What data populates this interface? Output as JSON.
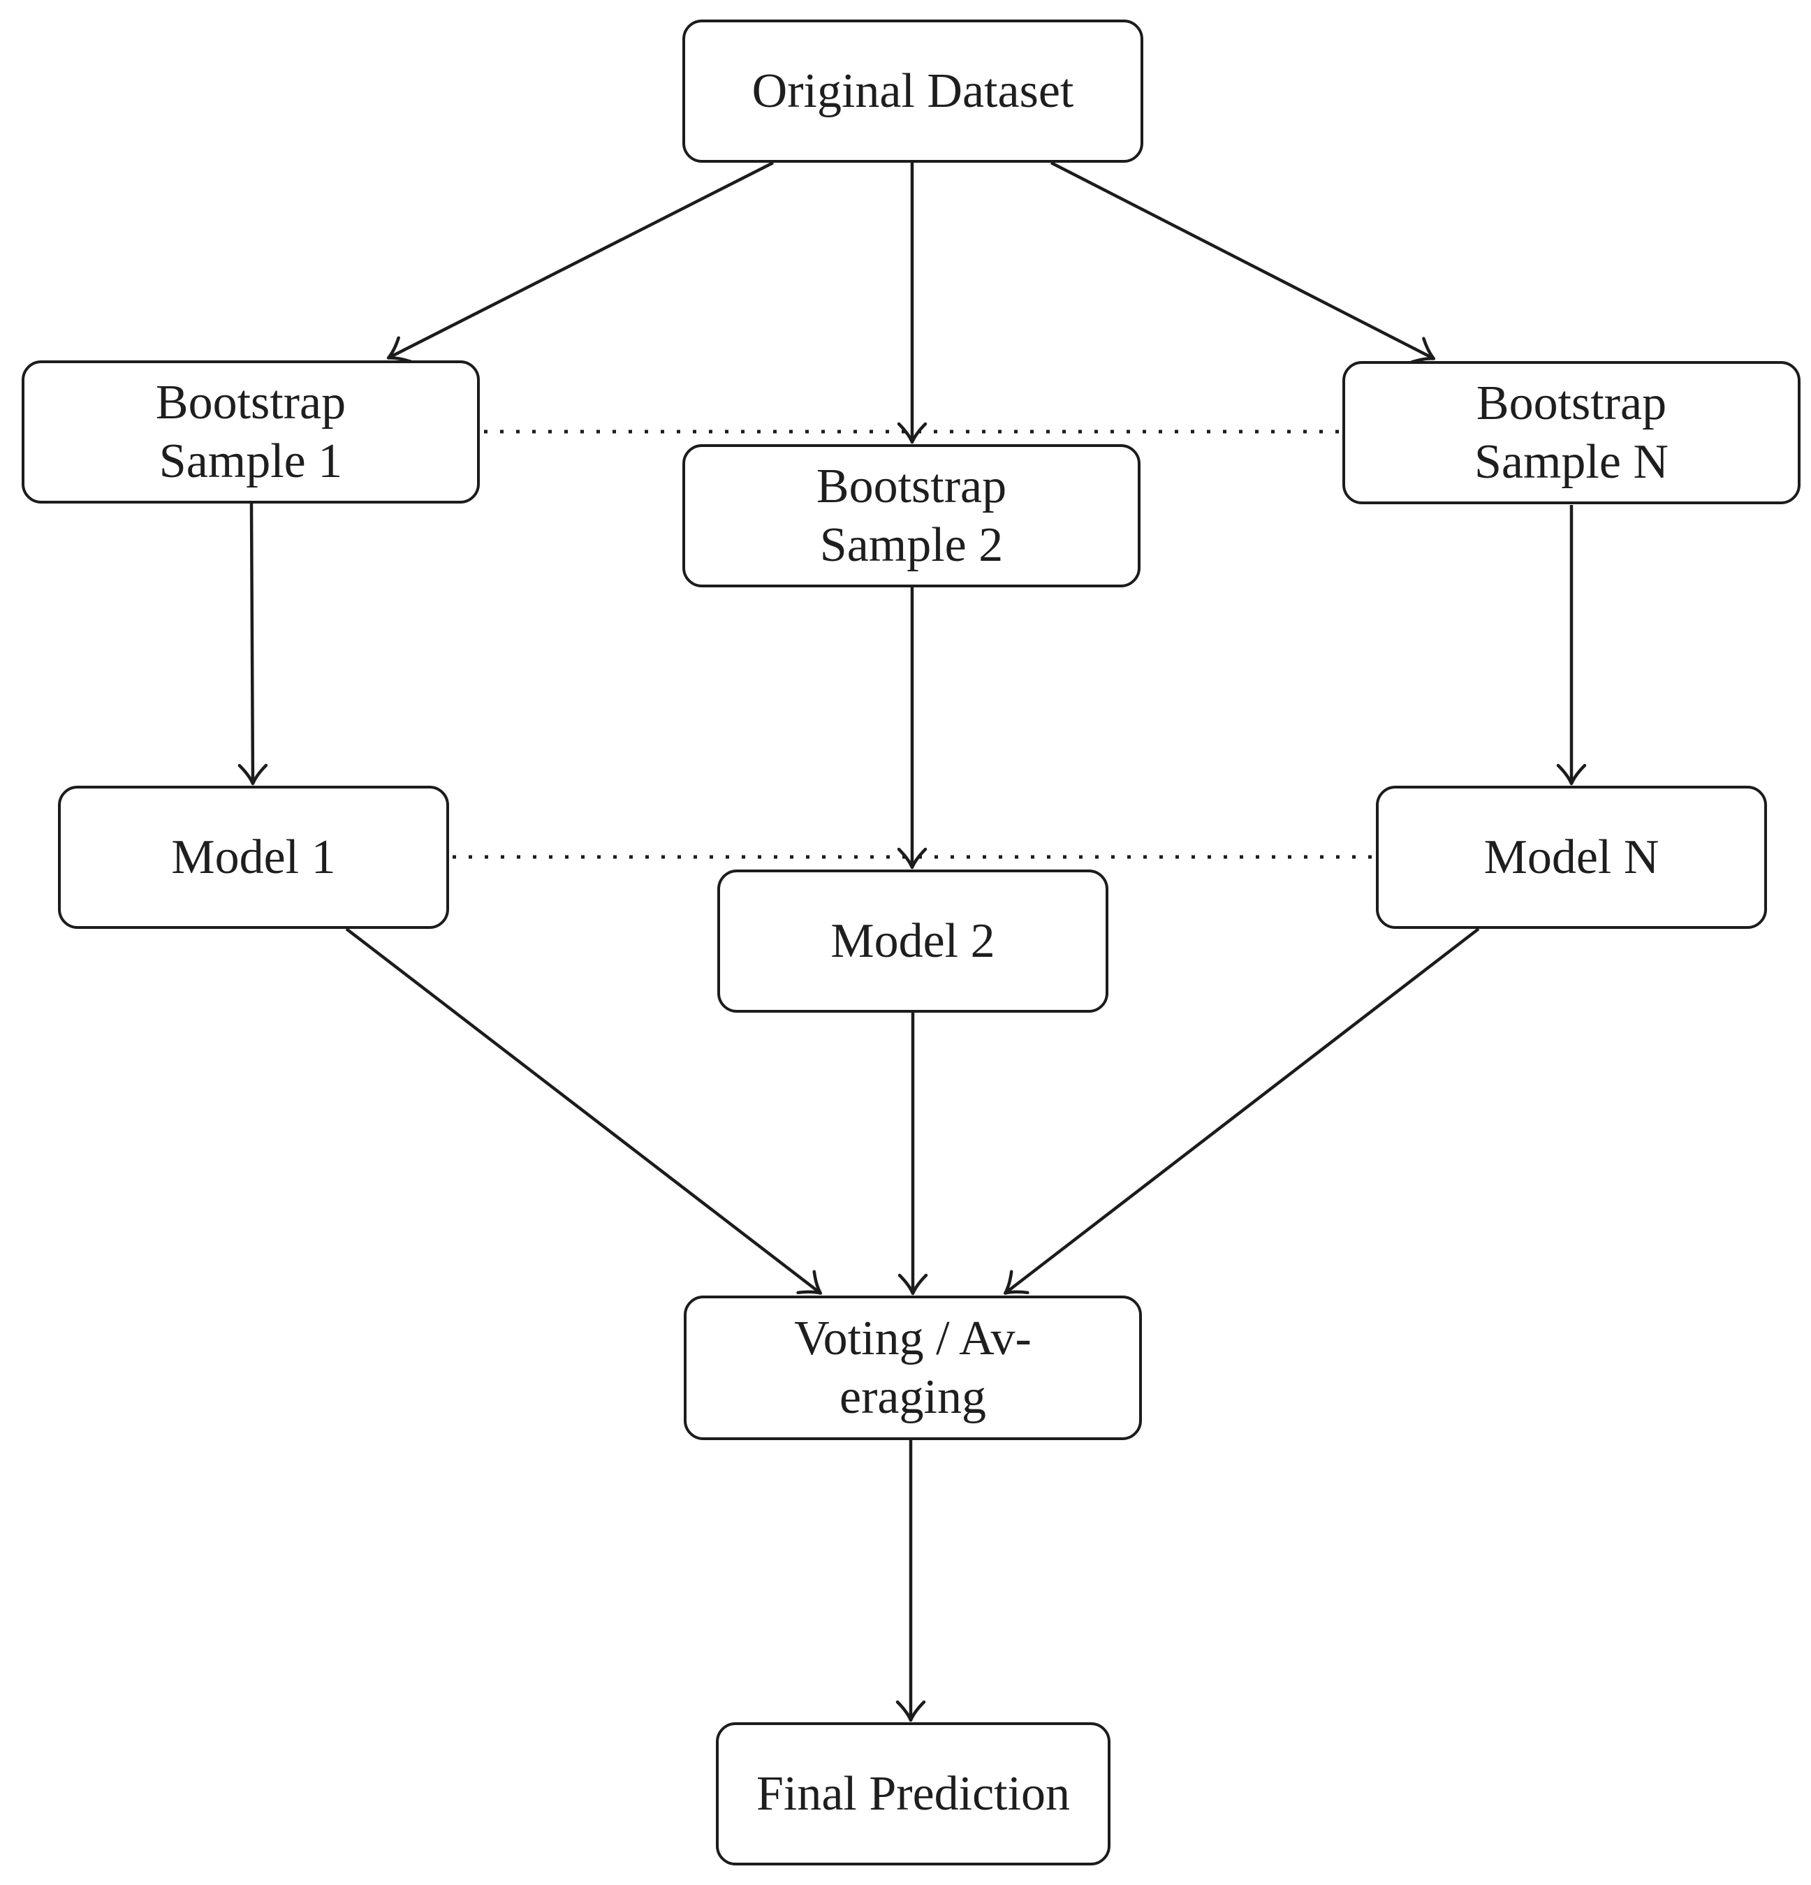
{
  "diagram_type": "flowchart",
  "colors": {
    "background": "#ffffff",
    "stroke": "#1c1c1c",
    "text": "#1e1e1e"
  },
  "nodes": {
    "od": {
      "line1": "Original Dataset"
    },
    "bs1": {
      "line1": "Bootstrap",
      "line2": "Sample 1"
    },
    "bs2": {
      "line1": "Bootstrap",
      "line2": "Sample 2"
    },
    "bsn": {
      "line1": "Bootstrap",
      "line2": "Sample N"
    },
    "m1": {
      "line1": "Model 1"
    },
    "m2": {
      "line1": "Model 2"
    },
    "mn": {
      "line1": "Model N"
    },
    "vote": {
      "line1": "Voting / Av-",
      "line2": "eraging"
    },
    "fp": {
      "line1": "Final Prediction"
    }
  },
  "edges": [
    {
      "from": "Original Dataset",
      "to": "Bootstrap Sample 1",
      "style": "solid-arrow"
    },
    {
      "from": "Original Dataset",
      "to": "Bootstrap Sample 2",
      "style": "solid-arrow"
    },
    {
      "from": "Original Dataset",
      "to": "Bootstrap Sample N",
      "style": "solid-arrow"
    },
    {
      "from": "Bootstrap Sample 1",
      "to": "Model 1",
      "style": "solid-arrow"
    },
    {
      "from": "Bootstrap Sample 2",
      "to": "Model 2",
      "style": "solid-arrow"
    },
    {
      "from": "Bootstrap Sample N",
      "to": "Model N",
      "style": "solid-arrow"
    },
    {
      "from": "Model 1",
      "to": "Voting / Averaging",
      "style": "solid-arrow"
    },
    {
      "from": "Model 2",
      "to": "Voting / Averaging",
      "style": "solid-arrow"
    },
    {
      "from": "Model N",
      "to": "Voting / Averaging",
      "style": "solid-arrow"
    },
    {
      "from": "Voting / Averaging",
      "to": "Final Prediction",
      "style": "solid-arrow"
    },
    {
      "from": "Bootstrap Sample 1",
      "to": "Bootstrap Sample N",
      "style": "dotted"
    },
    {
      "from": "Model 1",
      "to": "Model N",
      "style": "dotted"
    }
  ]
}
